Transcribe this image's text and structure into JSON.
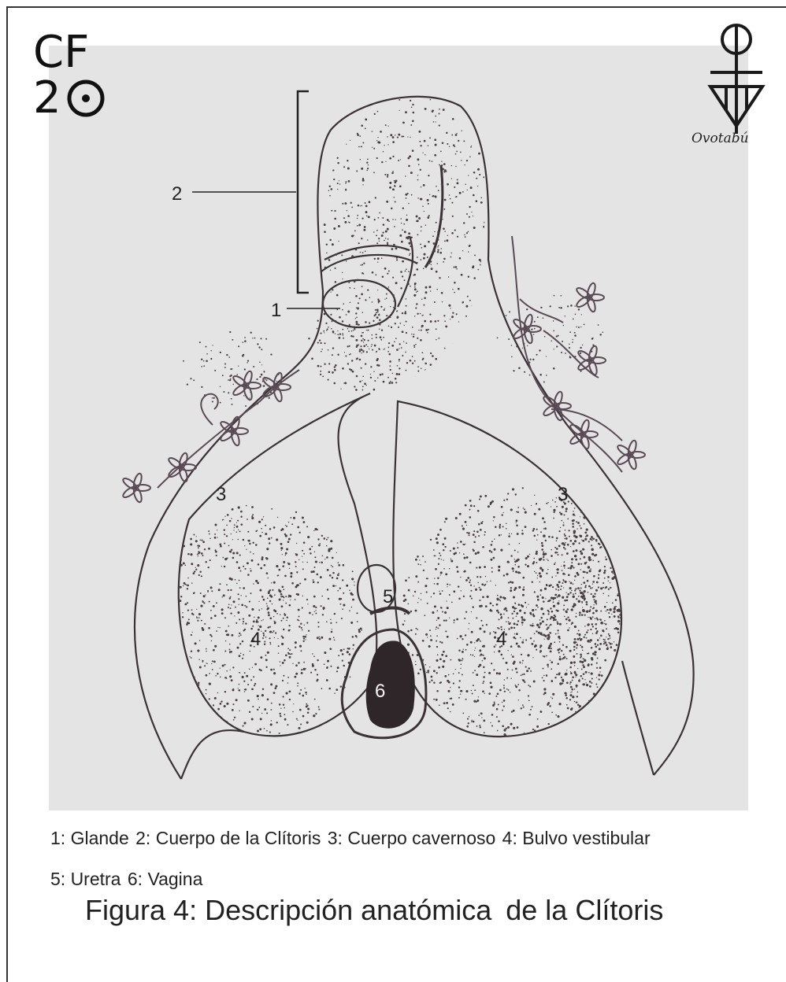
{
  "logo": {
    "line1": "CF",
    "line2_digit": "2"
  },
  "brand": {
    "name": "Ovotabú",
    "symbol": "ovotabu-emblem-icon"
  },
  "labels": {
    "l1": "1",
    "l2": "2",
    "l3_left": "3",
    "l3_right": "3",
    "l4_left": "4",
    "l4_right": "4",
    "l5": "5",
    "l6": "6"
  },
  "legend": {
    "line1": [
      "1: Glande",
      "2: Cuerpo de la Clítoris",
      "3: Cuerpo cavernoso",
      "4: Bulvo vestibular"
    ],
    "line2": [
      "5: Uretra",
      "6: Vagina"
    ]
  },
  "caption": {
    "part1": "Figura 4: Descripción anatómica",
    "part2": "de la Clítoris"
  },
  "colors": {
    "panel": "#e4e4e4",
    "ink": "#3a3236",
    "stipple": "#4a3f44",
    "flower": "#5a4a55"
  }
}
